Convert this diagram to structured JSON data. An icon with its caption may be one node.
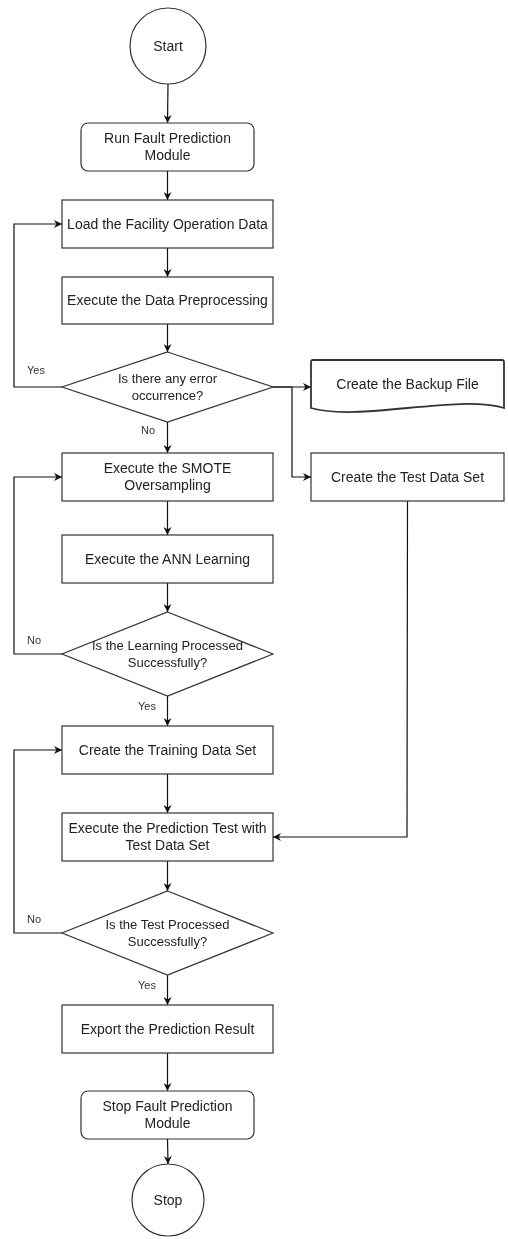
{
  "diagram": {
    "nodes": [
      {
        "text": [
          "Start"
        ]
      },
      {
        "text": [
          "Run Fault Prediction Module"
        ]
      },
      {
        "text": [
          "Load the Facility Operation Data"
        ]
      },
      {
        "text": [
          "Execute the Data Preprocessing"
        ]
      },
      {
        "text": [
          "Is there any error occurrence?"
        ]
      },
      {
        "text": [
          "Create the Backup File"
        ]
      },
      {
        "text": [
          "Create the Test Data Set"
        ]
      },
      {
        "text": [
          "Execute the SMOTE Oversampling"
        ]
      },
      {
        "text": [
          "Execute the ANN Learning"
        ]
      },
      {
        "text": [
          "Is the Learning Processed Successfully?"
        ]
      },
      {
        "text": [
          "Create the Training Data Set"
        ]
      },
      {
        "text": [
          "Execute the Prediction Test with Test Data Set"
        ]
      },
      {
        "text": [
          "Is the Test Processed Successfully?"
        ]
      },
      {
        "text": [
          "Export the Prediction Result"
        ]
      },
      {
        "text": [
          "Stop Fault Prediction Module"
        ]
      },
      {
        "text": [
          "Stop"
        ]
      }
    ],
    "edges": [
      {
        "from": 0,
        "to": 1,
        "arrow": "to"
      },
      {
        "from": 1,
        "to": 2,
        "arrow": "to"
      },
      {
        "from": 2,
        "to": 3,
        "arrow": "to"
      },
      {
        "from": 3,
        "to": 4,
        "arrow": "to"
      },
      {
        "from": 4,
        "to": 2,
        "arrow": "to",
        "label": "Yes"
      },
      {
        "from": 4,
        "to": 5,
        "arrow": "to"
      },
      {
        "from": 4,
        "to": 6,
        "arrow": "to"
      },
      {
        "from": 4,
        "to": 7,
        "arrow": "to",
        "label": "No"
      },
      {
        "from": 7,
        "to": 8,
        "arrow": "to"
      },
      {
        "from": 8,
        "to": 9,
        "arrow": "to"
      },
      {
        "from": 9,
        "to": 7,
        "arrow": "to",
        "label": "No"
      },
      {
        "from": 9,
        "to": 10,
        "arrow": "to",
        "label": "Yes"
      },
      {
        "from": 10,
        "to": 11,
        "arrow": "to"
      },
      {
        "from": 6,
        "to": 11,
        "arrow": "to"
      },
      {
        "from": 11,
        "to": 12,
        "arrow": "to"
      },
      {
        "from": 12,
        "to": 10,
        "arrow": "to",
        "label": "No"
      },
      {
        "from": 12,
        "to": 13,
        "arrow": "to",
        "label": "Yes"
      },
      {
        "from": 13,
        "to": 14,
        "arrow": "to"
      },
      {
        "from": 14,
        "to": 15,
        "arrow": "to"
      }
    ]
  }
}
